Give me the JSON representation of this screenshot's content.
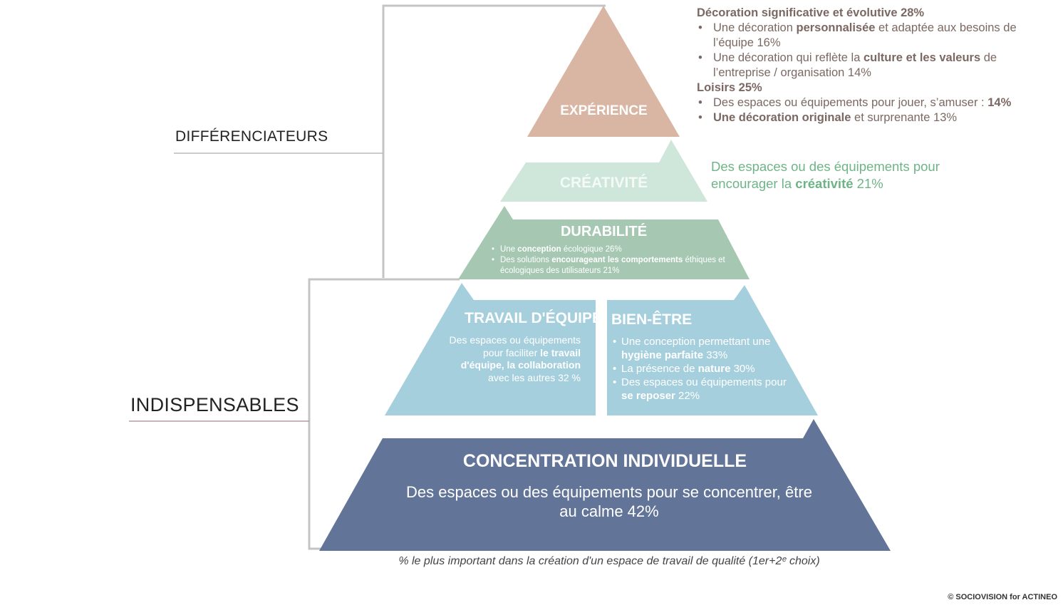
{
  "groups": {
    "differentiators": "DIFFÉRENCIATEURS",
    "essentials": "INDISPENSABLES"
  },
  "tiers": {
    "experience": {
      "title": "EXPÉRIENCE",
      "color": "#d9b6a3"
    },
    "creativity": {
      "title": "CRÉATIVITÉ",
      "color": "#cfe6da"
    },
    "sustainability": {
      "title": "DURABILITÉ",
      "color": "#a6c8b2",
      "items": [
        {
          "pre": "Une ",
          "bold": "conception",
          "post": " écologique 26%"
        },
        {
          "pre": "Des solutions ",
          "bold": "encourageant les comportements",
          "post": " éthiques et écologiques des utilisateurs 21%"
        }
      ]
    },
    "teamwork": {
      "title": "TRAVAIL D'ÉQUIPE",
      "color": "#a5cfdd",
      "pre": "Des espaces ou équipements pour faciliter ",
      "bold": "le travail d'équipe, la collaboration",
      "post": " avec les autres 32 %"
    },
    "wellbeing": {
      "title": "BIEN-ÊTRE",
      "color": "#a5cfdd",
      "items": [
        {
          "pre": "Une conception permettant une ",
          "bold": "hygiène parfaite",
          "post": " 33%"
        },
        {
          "pre": "La présence de ",
          "bold": "nature",
          "post": " 30%"
        },
        {
          "pre": "Des espaces ou équipements pour ",
          "bold": "se reposer",
          "post": " 22%"
        }
      ]
    },
    "concentration": {
      "title": "CONCENTRATION INDIVIDUELLE",
      "color": "#637499",
      "text": "Des espaces ou des équipements pour se concentrer, être au calme 42%"
    }
  },
  "experience_notes": {
    "decoration_heading": "Décoration significative et évolutive 28%",
    "decoration_items": [
      {
        "pre": "Une décoration ",
        "bold": "personnalisée",
        "post": " et adaptée aux besoins de l’équipe 16%"
      },
      {
        "pre": "Une décoration qui reflète la ",
        "bold": "culture et les valeurs",
        "post": " de l’entreprise / organisation 14%"
      }
    ],
    "leisure_heading": "Loisirs  25%",
    "leisure_items": [
      {
        "pre": "Des espaces ou équipements pour jouer, s’amuser : ",
        "bold": "14%",
        "post": ""
      },
      {
        "pre": "",
        "bold": "Une décoration originale",
        "post": " et surprenante 13%"
      }
    ]
  },
  "creativity_note": {
    "pre": "Des espaces ou des équipements pour encourager la ",
    "bold": "créativité",
    "post": " 21%"
  },
  "caption": "% le plus important dans la création d'un espace de travail de qualité (1er+2ᵉ choix)",
  "copyright": "© SOCIOVISION for ACTINEO",
  "colors": {
    "bracket": "#c4c4c4",
    "notes_text": "#7b6862",
    "creativity_text": "#6fb487"
  }
}
